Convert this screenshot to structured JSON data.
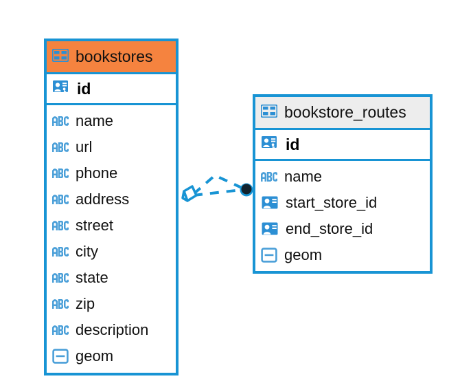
{
  "diagram": {
    "type": "entity-relationship-diagram",
    "background": "#ffffff",
    "accent_color": "#1894d4",
    "selected_color": "#f5833f",
    "header_color": "#ededed"
  },
  "entities": [
    {
      "name": "bookstores",
      "selected": true,
      "icon": "table-icon",
      "primary_key": {
        "label": "id",
        "icon": "primary-key-icon"
      },
      "fields": [
        {
          "label": "name",
          "icon": "abc-text-icon"
        },
        {
          "label": "url",
          "icon": "abc-text-icon"
        },
        {
          "label": "phone",
          "icon": "abc-text-icon"
        },
        {
          "label": "address",
          "icon": "abc-text-icon"
        },
        {
          "label": "street",
          "icon": "abc-text-icon"
        },
        {
          "label": "city",
          "icon": "abc-text-icon"
        },
        {
          "label": "state",
          "icon": "abc-text-icon"
        },
        {
          "label": "zip",
          "icon": "abc-text-icon"
        },
        {
          "label": "description",
          "icon": "abc-text-icon"
        },
        {
          "label": "geom",
          "icon": "geometry-icon"
        }
      ]
    },
    {
      "name": "bookstore_routes",
      "selected": false,
      "icon": "table-icon",
      "primary_key": {
        "label": "id",
        "icon": "primary-key-icon"
      },
      "fields": [
        {
          "label": "name",
          "icon": "abc-text-icon"
        },
        {
          "label": "start_store_id",
          "icon": "foreign-key-icon"
        },
        {
          "label": "end_store_id",
          "icon": "foreign-key-icon"
        },
        {
          "label": "geom",
          "icon": "geometry-icon"
        }
      ]
    }
  ],
  "relationship": {
    "from": "bookstores",
    "to": "bookstore_routes",
    "line_style": "dashed",
    "color": "#1894d4",
    "source_marker": "diamond-marker",
    "target_marker": "filled-circle-marker"
  }
}
